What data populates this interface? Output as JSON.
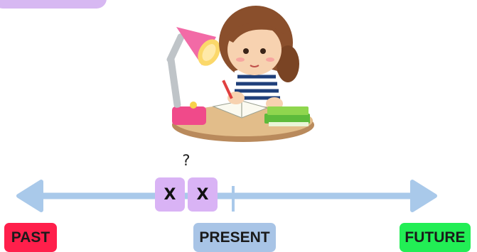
{
  "question_mark": "?",
  "markers": [
    {
      "label": "X"
    },
    {
      "label": "X"
    }
  ],
  "labels": {
    "past": "PAST",
    "present": "PRESENT",
    "future": "FUTURE"
  },
  "colors": {
    "timeline": "#a9c9ea",
    "marker_box": "#d9b3f5",
    "past": "#ff1f4b",
    "present": "#a8c4e6",
    "future": "#22ee55"
  }
}
